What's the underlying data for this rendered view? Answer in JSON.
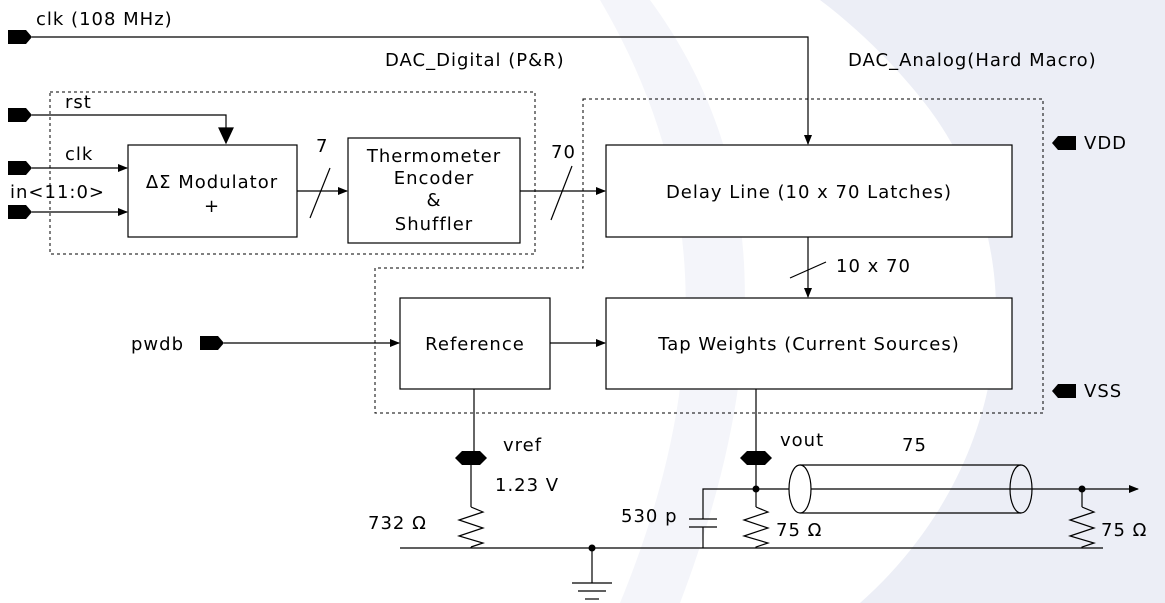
{
  "labels": {
    "clk_main": "clk (108 MHz)",
    "dac_digital": "DAC_Digital (P&R)",
    "dac_analog": "DAC_Analog(Hard Macro)",
    "rst": "rst",
    "clk": "clk",
    "in_bus": "in<11:0>",
    "modulator_line1": "ΔΣ Modulator",
    "modulator_line2": "+",
    "bus7": "7",
    "thermo_line1": "Thermometer",
    "thermo_line2": "Encoder",
    "thermo_line3": "&",
    "thermo_line4": "Shuffler",
    "bus70": "70",
    "delay_line": "Delay Line (10 x 70 Latches)",
    "bus10x70": "10 x 70",
    "vdd": "VDD",
    "vss": "VSS",
    "pwdb": "pwdb",
    "reference": "Reference",
    "tap_weights": "Tap Weights (Current Sources)",
    "vref": "vref",
    "vref_value": "1.23 V",
    "vout": "vout",
    "line_impedance": "75",
    "r_ref": "732 Ω",
    "cap": "530 p",
    "r_src": "75 Ω",
    "r_load": "75 Ω"
  }
}
